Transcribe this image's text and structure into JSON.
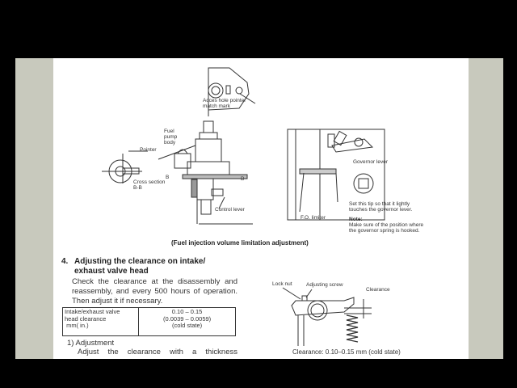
{
  "figure_top": {
    "labels": {
      "access_hole": "Acces hole pointer\nmatch mark",
      "fuel_pump": "Fuel\npump\nbody",
      "pointer": "Pointer",
      "cross_section": "Cross section\nB-B",
      "b_left": "B",
      "b_right": "B",
      "control_lever": "Control lever",
      "governor_lever": "Governor lever",
      "set_tip": "Set this tip so that it lightly\ntouches the governor lever.",
      "fo_limiter": "F.O. limiter",
      "note_title": "Note:",
      "note_text": "Make sure of the position where\nthe governor spring is hooked."
    },
    "caption": "(Fuel injection volume limitation adjustment)"
  },
  "section": {
    "number": "4.",
    "title_line1": "Adjusting the clearance on intake/",
    "title_line2": "exhaust valve head",
    "intro": "Check the clearance at the disassembly and reassembly, and every 500 hours of operation.  Then adjust it if necessary.",
    "spec_table": {
      "label": "Intake/exhaust valve\nhead clearance\n mm( in.)",
      "value": "0.10 – 0.15\n(0.0039 – 0.0059)\n(cold state)"
    },
    "step_title": "1)  Adjustment",
    "step_text": "Adjust the clearance with a thickness"
  },
  "figure_valve": {
    "lock_nut": "Lock nut",
    "adjusting_screw": "Adjusting screw",
    "clearance": "Clearance",
    "footer": "Clearance: 0.10–0.15 mm (cold state)"
  }
}
